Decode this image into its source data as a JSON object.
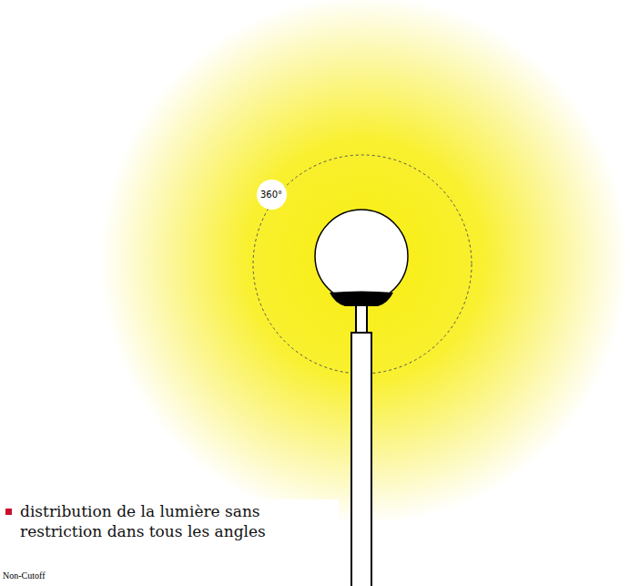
{
  "diagram": {
    "nodes": [
      {
        "text": [
          "360°"
        ]
      }
    ],
    "labels": [
      "distribution de la lumière sans restriction dans tous les angles",
      "Non-Cutoff"
    ]
  }
}
